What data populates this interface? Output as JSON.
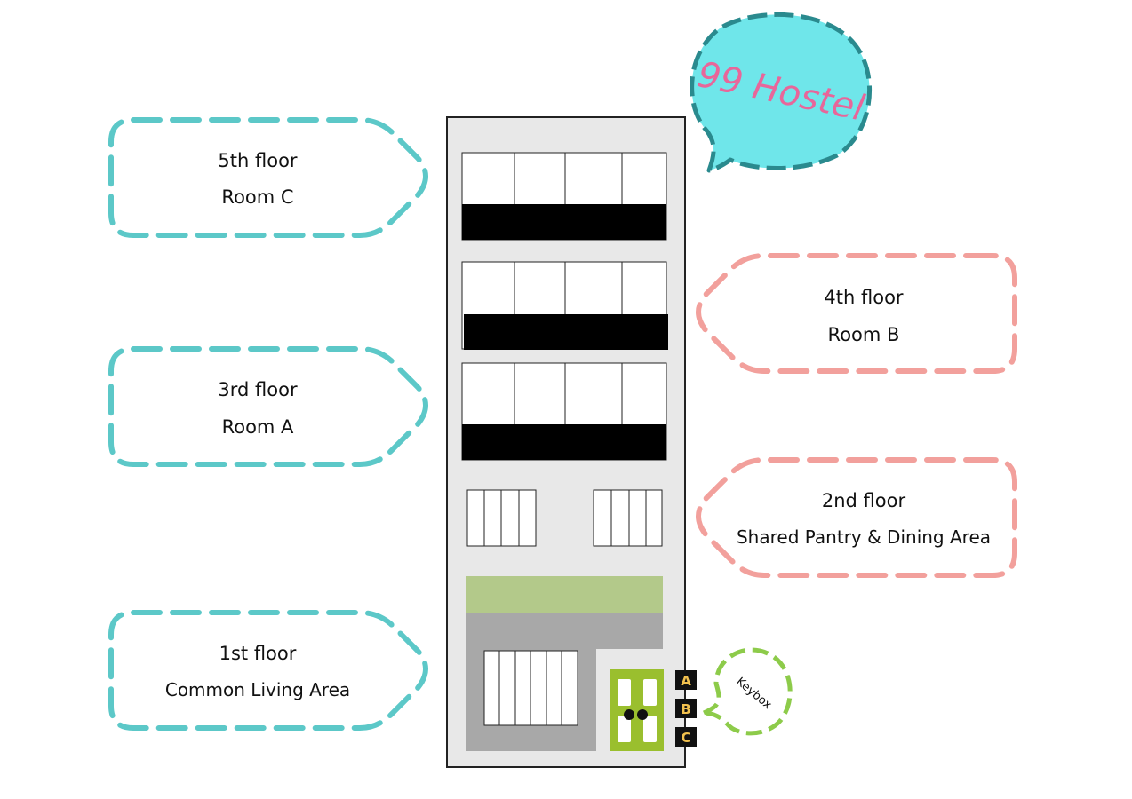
{
  "title": "99 Hostel",
  "keybox_label": "Keybox",
  "lockboxes": [
    "A",
    "B",
    "C"
  ],
  "floors": {
    "fifth": {
      "level": "5th floor",
      "name": "Room C"
    },
    "fourth": {
      "level": "4th floor",
      "name": "Room B"
    },
    "third": {
      "level": "3rd floor",
      "name": "Room A"
    },
    "second": {
      "level": "2nd floor",
      "name": "Shared Pantry & Dining Area"
    },
    "first": {
      "level": "1st floor",
      "name": "Common Living Area"
    }
  },
  "colors": {
    "teal_tag": "#5CC8C8",
    "pink_tag": "#F2A09C",
    "bubble_fill": "#6FE6EA",
    "bubble_stroke": "#2A8A8E",
    "title_text": "#E8669A",
    "keybox_green": "#8DCB4A",
    "door": "#9ABF2E",
    "canopy": "#B3C98A",
    "building": "#E8E8E8",
    "ground_floor": "#A8A8A8",
    "lock_letter": "#F2C14E"
  }
}
